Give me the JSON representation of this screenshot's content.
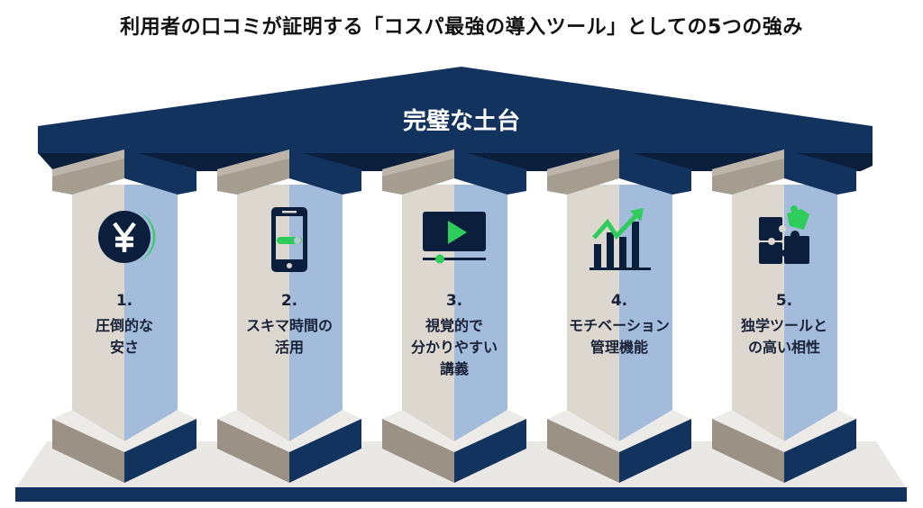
{
  "title": "利用者の口コミが証明する「コスパ最強の導入ツール」としての5つの強み",
  "roof": {
    "label": "完璧な土台"
  },
  "colors": {
    "navy": "#13335f",
    "navy_dark": "#0b1f3d",
    "stone": "#dcd8d0",
    "blue": "#a3bcdc",
    "green": "#2ecc5a"
  },
  "pillars": [
    {
      "number": "1.",
      "lines": [
        "圧倒的な",
        "安さ"
      ],
      "icon": "yen-coin-icon"
    },
    {
      "number": "2.",
      "lines": [
        "スキマ時間の",
        "活用"
      ],
      "icon": "smartphone-icon"
    },
    {
      "number": "3.",
      "lines": [
        "視覚的で",
        "分かりやすい",
        "講義"
      ],
      "icon": "video-player-icon"
    },
    {
      "number": "4.",
      "lines": [
        "モチベーション",
        "管理機能"
      ],
      "icon": "growth-chart-icon"
    },
    {
      "number": "5.",
      "lines": [
        "独学ツールと",
        "の高い相性"
      ],
      "icon": "puzzle-icon"
    }
  ]
}
